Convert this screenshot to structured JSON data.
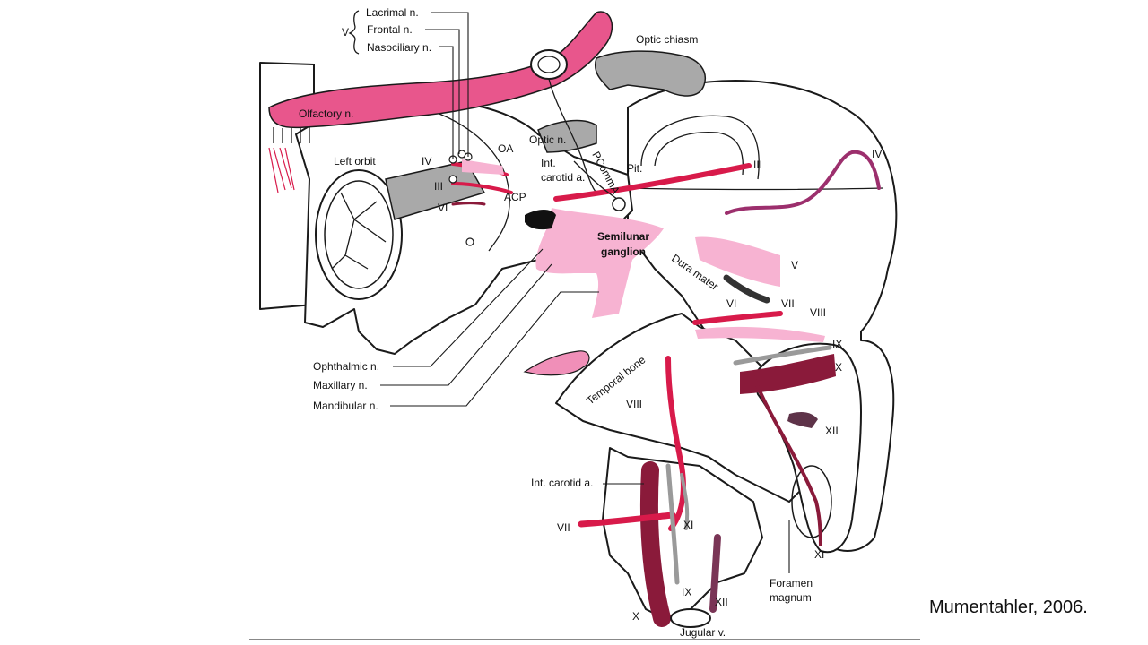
{
  "labels": {
    "cn_v_group": "V",
    "lacrimal": "Lacrimal n.",
    "frontal": "Frontal n.",
    "nasociliary": "Nasociliary n.",
    "optic_chiasm": "Optic chiasm",
    "olfactory": "Olfactory n.",
    "left_orbit": "Left orbit",
    "oa": "OA",
    "optic_n": "Optic n.",
    "int_carotid_top_1": "Int.",
    "int_carotid_top_2": "carotid a.",
    "pcomma": "PCommA",
    "pit": "Pit.",
    "cn_iii_right": "III",
    "cn_iv_right": "IV",
    "cn_iv_left": "IV",
    "cn_iii_left": "III",
    "cn_vi_left": "VI",
    "acp": "ACP",
    "semilunar_1": "Semilunar",
    "semilunar_2": "ganglion",
    "dura_mater": "Dura mater",
    "cn_v_right": "V",
    "cn_vi_right": "VI",
    "cn_vii_right": "VII",
    "cn_viii_right": "VIII",
    "cn_ix_right": "IX",
    "cn_x_right": "X",
    "cn_xii_right": "XII",
    "ophthalmic": "Ophthalmic n.",
    "maxillary": "Maxillary n.",
    "mandibular": "Mandibular n.",
    "temporal_bone": "Temporal bone",
    "cn_viii_left": "VIII",
    "int_carotid_bottom": "Int. carotid a.",
    "cn_vii_left": "VII",
    "cn_xi_mid": "XI",
    "cn_xi_right": "XI",
    "foramen_1": "Foramen",
    "foramen_2": "magnum",
    "cn_ix_bottom": "IX",
    "cn_xii_bottom": "XII",
    "cn_x_bottom": "X",
    "jugular": "Jugular v."
  },
  "citation": "Mumentahler, 2006.",
  "colors": {
    "olfactory": "#e8568c",
    "light_pink": "#f7b3d2",
    "nerve_red": "#d81a4a",
    "nerve_dark_red": "#8a1a3a",
    "nerve_mauve": "#9c2f6d",
    "bone_gray": "#a9a9a9"
  }
}
